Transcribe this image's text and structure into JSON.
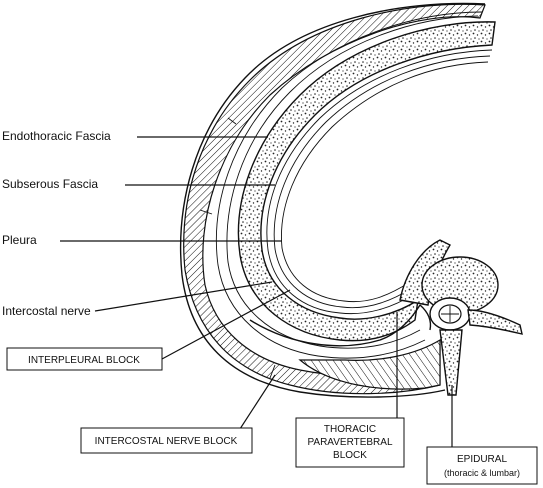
{
  "labels": {
    "endothoracic_fascia": "Endothoracic Fascia",
    "subserous_fascia": "Subserous Fascia",
    "pleura": "Pleura",
    "intercostal_nerve": "Intercostal nerve"
  },
  "boxes": {
    "interpleural_block": "INTERPLEURAL BLOCK",
    "intercostal_nerve_block": "INTERCOSTAL NERVE BLOCK",
    "thoracic_paravertebral_line1": "THORACIC",
    "thoracic_paravertebral_line2": "PARAVERTEBRAL",
    "thoracic_paravertebral_line3": "BLOCK",
    "epidural_line1": "EPIDURAL",
    "epidural_line2": "(thoracic & lumbar)"
  }
}
